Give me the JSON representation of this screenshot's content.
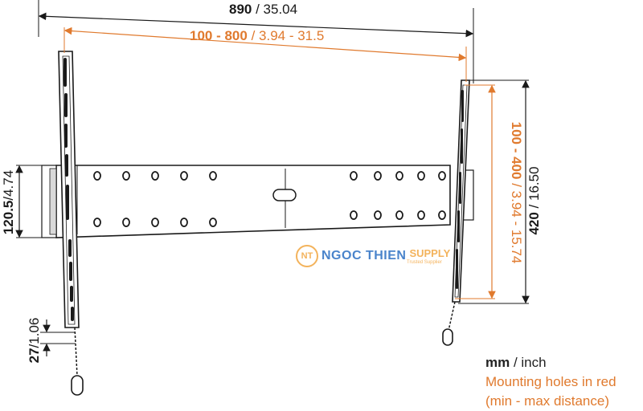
{
  "dimensions": {
    "total_width": {
      "mm": "890",
      "inch": " / 35.04"
    },
    "horizontal_holes": {
      "mm": "100 - 800",
      "inch": " / 3.94 - 31.5"
    },
    "vertical_holes": {
      "mm": "100 - 400",
      "inch": " / 3.94 - 15.74"
    },
    "total_height": {
      "mm": "420",
      "inch": " / 16.50"
    },
    "rail_height": {
      "mm": "120.5",
      "inch": "/4.74"
    },
    "depth": {
      "mm": "27",
      "inch": "/1.06"
    }
  },
  "legend": {
    "unit_mm": "mm",
    "unit_inch": " / inch",
    "line2": "Mounting holes in red",
    "line3": "(min - max distance)"
  },
  "watermark": {
    "badge": "NT",
    "name": "NGOC THIEN",
    "supply": "SUPPLY",
    "tagline": "Trusted Supplier"
  },
  "colors": {
    "accent_orange": "#e07a2e",
    "line_dark": "#1a1a1a",
    "brand_blue": "#2b6fc2",
    "brand_orange": "#f2a640"
  }
}
